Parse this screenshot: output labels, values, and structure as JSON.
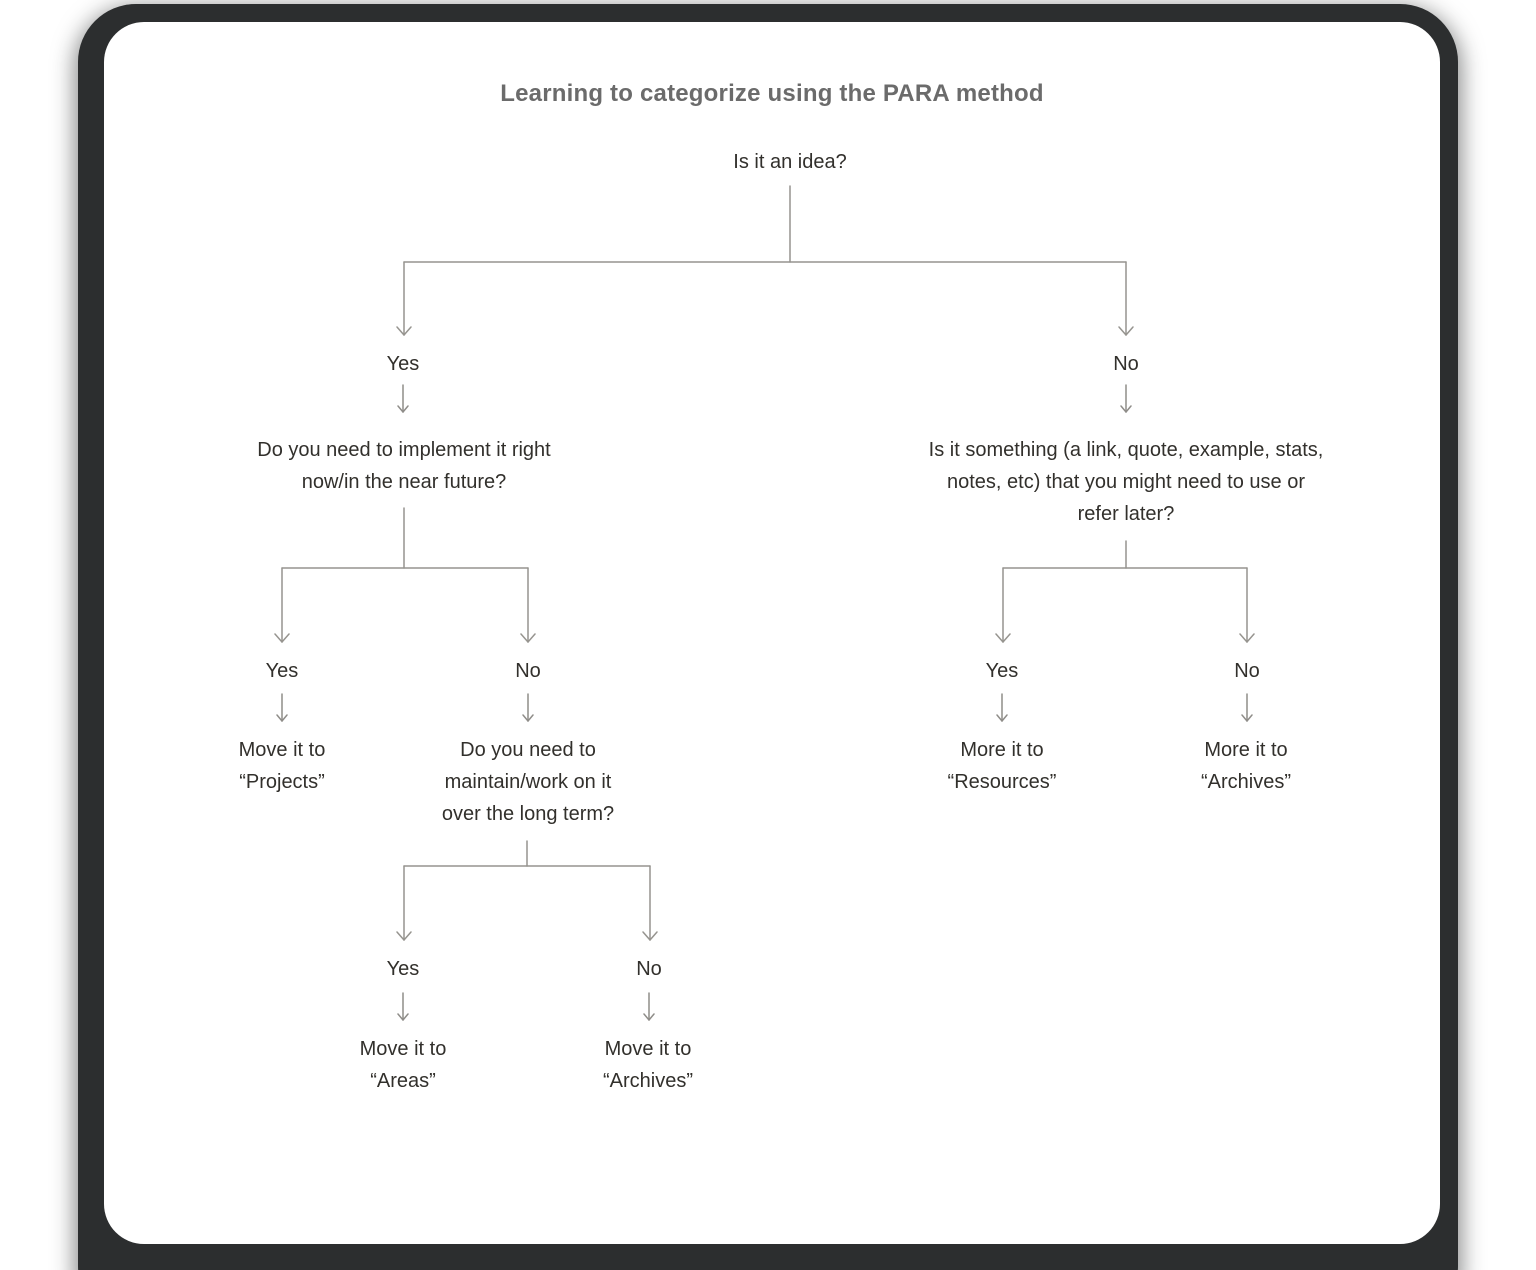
{
  "title": "Learning to categorize using the PARA method",
  "colors": {
    "frame": "#2c2e2f",
    "card": "#ffffff",
    "title_text": "#6b6b6b",
    "node_text": "#32302c",
    "line": "#96948f",
    "arrow": "#8f8d89"
  },
  "flowchart": {
    "root": {
      "question": "Is it an idea?",
      "yes_label": "Yes",
      "no_label": "No"
    },
    "yes_branch": {
      "question": "Do you need to implement it right\nnow/in the near future?",
      "yes_label": "Yes",
      "no_label": "No",
      "yes_result": "Move it to\n“Projects”",
      "no_branch": {
        "question": "Do you need to\nmaintain/work on it\nover the long term?",
        "yes_label": "Yes",
        "no_label": "No",
        "yes_result": "Move it to\n“Areas”",
        "no_result": "Move it to\n“Archives”"
      }
    },
    "no_branch": {
      "question": "Is it something (a link, quote, example, stats,\nnotes, etc) that you might need to use or\nrefer later?",
      "yes_label": "Yes",
      "no_label": "No",
      "yes_result": "More it to\n“Resources”",
      "no_result": "More it to\n“Archives”"
    }
  }
}
